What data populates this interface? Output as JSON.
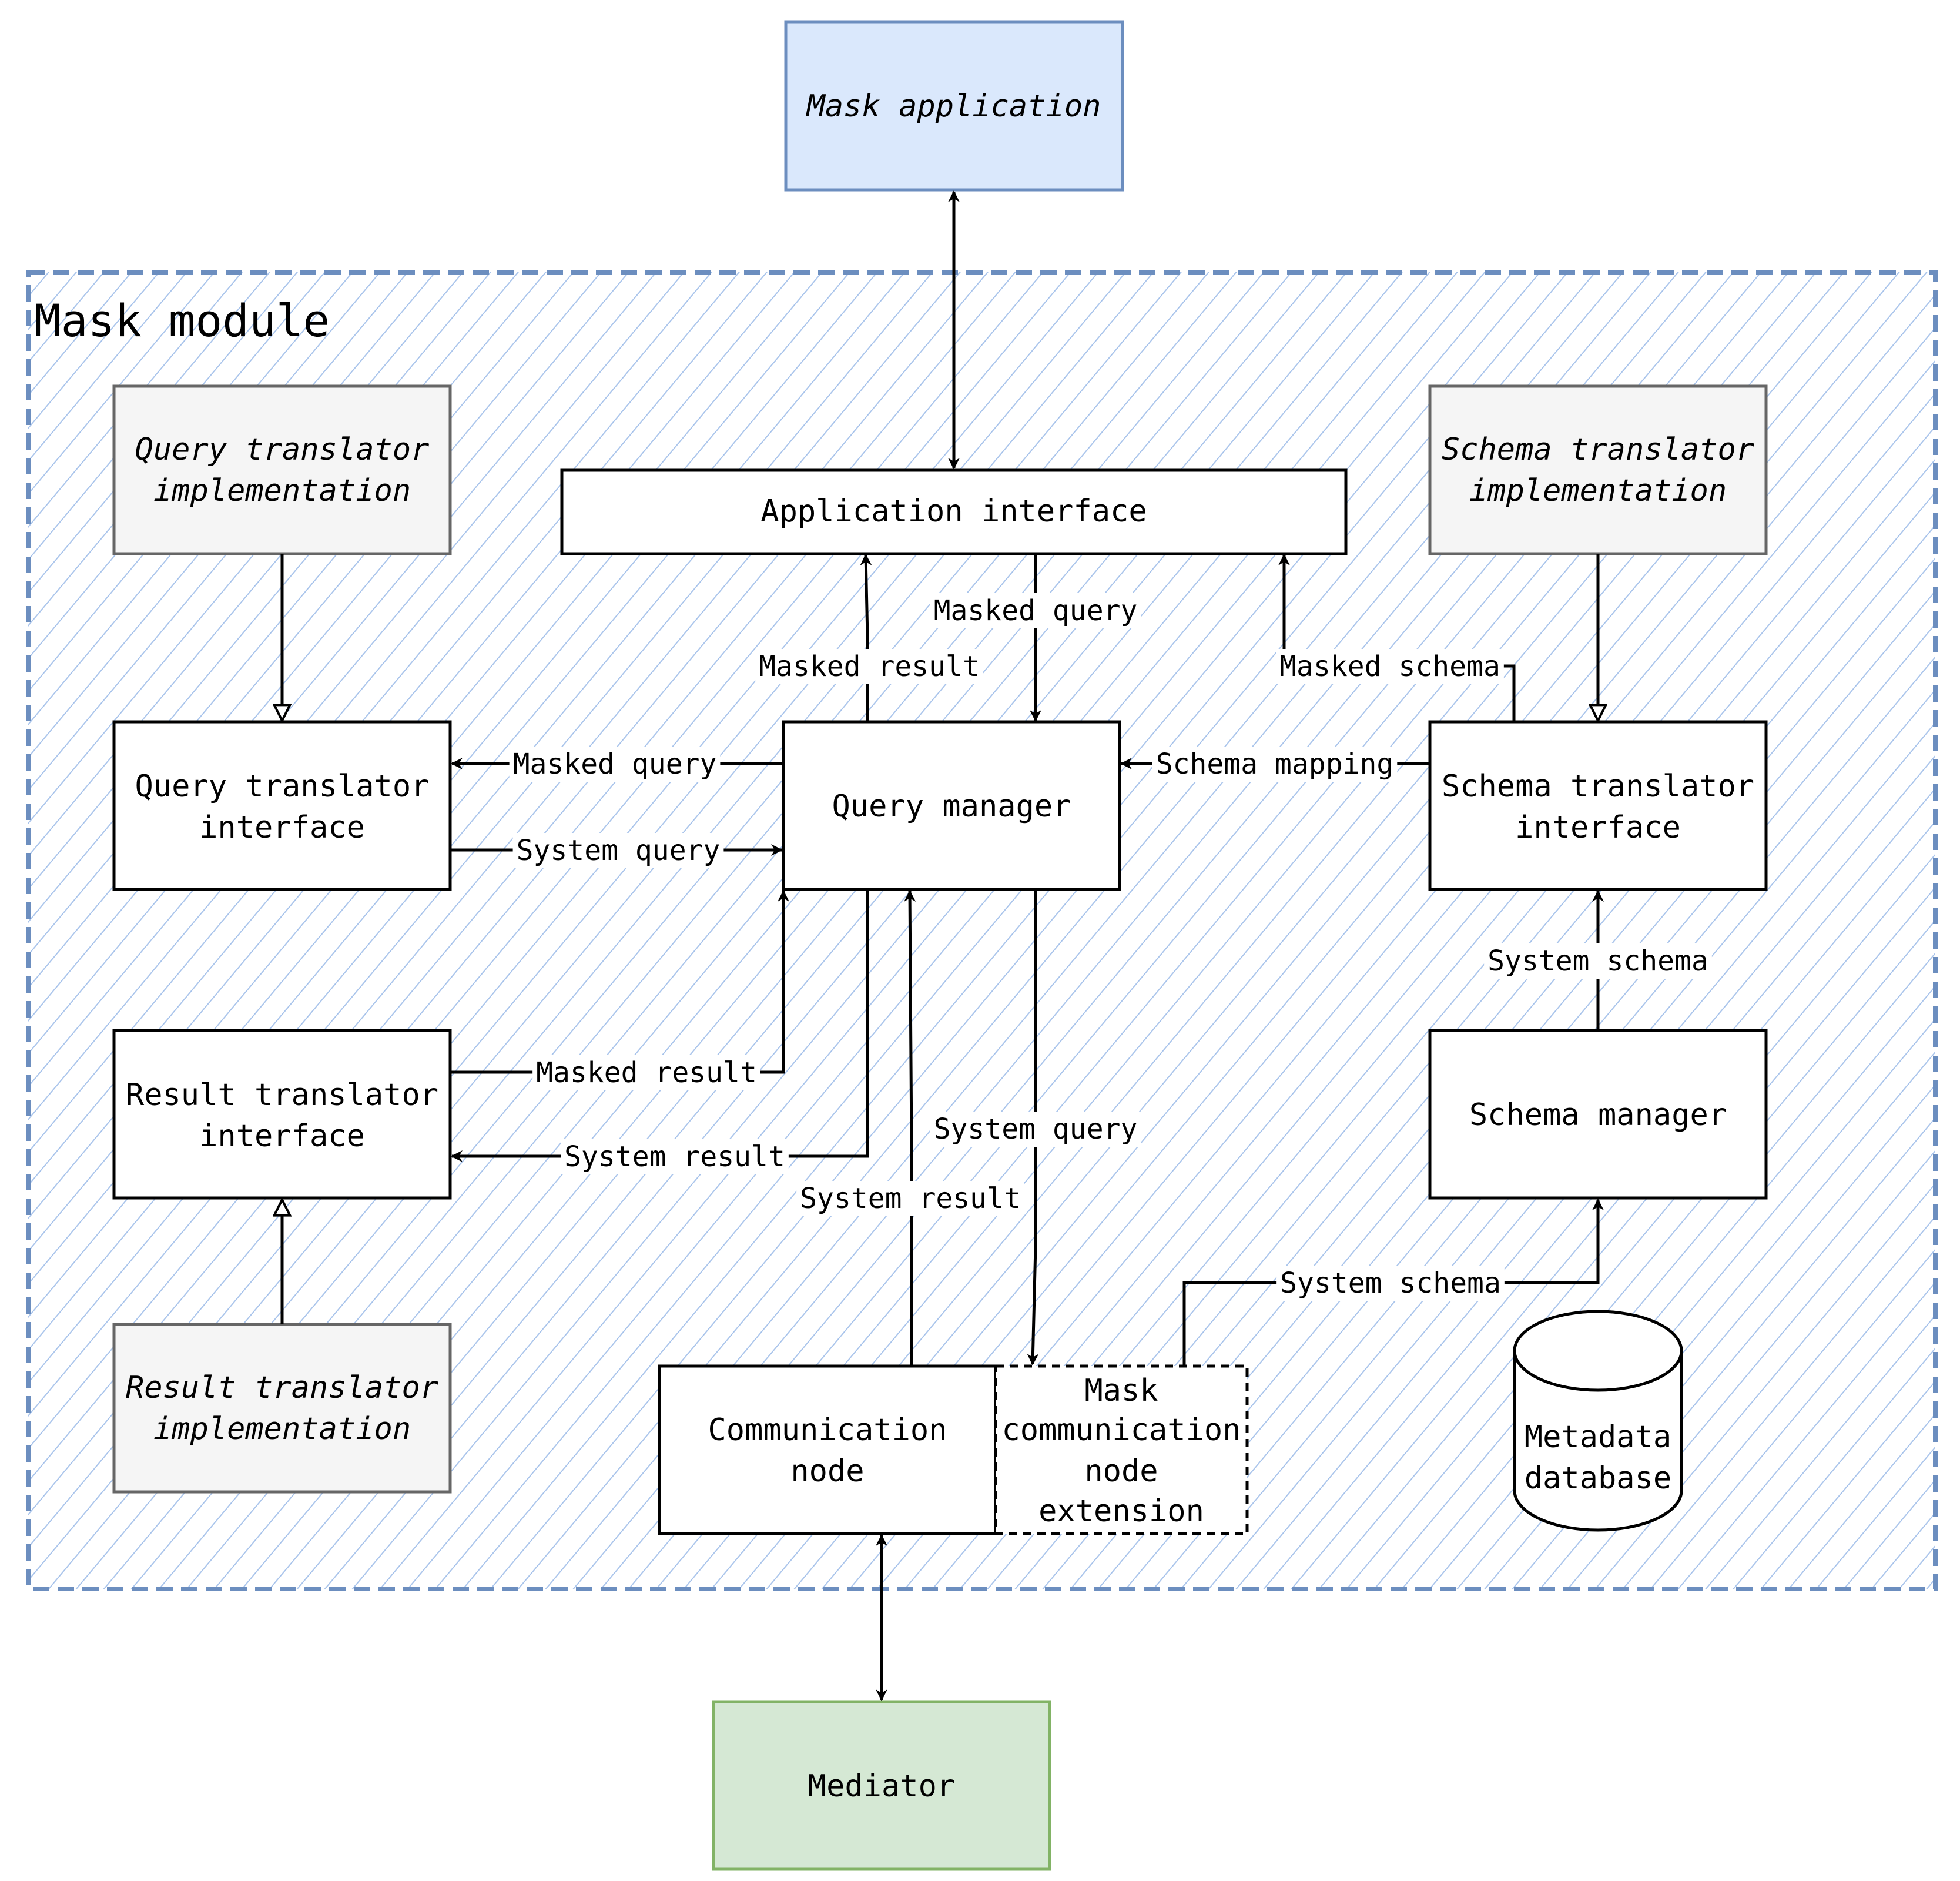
{
  "module": {
    "title": "Mask module"
  },
  "boxes": {
    "mask_application": {
      "lines": [
        "Mask application"
      ]
    },
    "application_interface": {
      "lines": [
        "Application interface"
      ]
    },
    "query_translator_impl": {
      "lines": [
        "Query translator",
        "implementation"
      ]
    },
    "query_translator_interface": {
      "lines": [
        "Query translator",
        "interface"
      ]
    },
    "query_manager": {
      "lines": [
        "Query manager"
      ]
    },
    "schema_translator_impl": {
      "lines": [
        "Schema translator",
        "implementation"
      ]
    },
    "schema_translator_interface": {
      "lines": [
        "Schema translator",
        "interface"
      ]
    },
    "result_translator_interface": {
      "lines": [
        "Result translator",
        "interface"
      ]
    },
    "result_translator_impl": {
      "lines": [
        "Result translator",
        "implementation"
      ]
    },
    "schema_manager": {
      "lines": [
        "Schema manager"
      ]
    },
    "communication_node": {
      "lines": [
        "Communication",
        "node"
      ]
    },
    "mask_comm_extension": {
      "lines": [
        "Mask",
        "communication",
        "node",
        "extension"
      ]
    },
    "metadata_database": {
      "lines": [
        "Metadata",
        "database"
      ]
    },
    "mediator": {
      "lines": [
        "Mediator"
      ]
    }
  },
  "edge_labels": {
    "masked_query_app_to_qm": "Masked query",
    "masked_result_qm_to_app": "Masked result",
    "masked_schema_st_to_app": "Masked schema",
    "masked_query_qm_to_qti": "Masked query",
    "system_query_qti_to_qm": "System query",
    "schema_mapping_st_to_qm": "Schema mapping",
    "system_schema_sm_to_st": "System schema",
    "masked_result_rti_to_qm": "Masked result",
    "system_result_qm_to_rti": "System result",
    "system_query_qm_to_ext": "System query",
    "system_result_cn_to_qm": "System result",
    "system_schema_ext_to_sm": "System schema"
  },
  "colors": {
    "mask_application_fill": "#dae8fc",
    "mask_application_stroke": "#6c8ebf",
    "mediator_fill": "#d5e8d4",
    "mediator_stroke": "#82b366",
    "implementation_fill": "#f5f5f5",
    "implementation_stroke": "#666666",
    "module_stroke": "#6c8ebf",
    "hatch": "#a9c4eb"
  }
}
